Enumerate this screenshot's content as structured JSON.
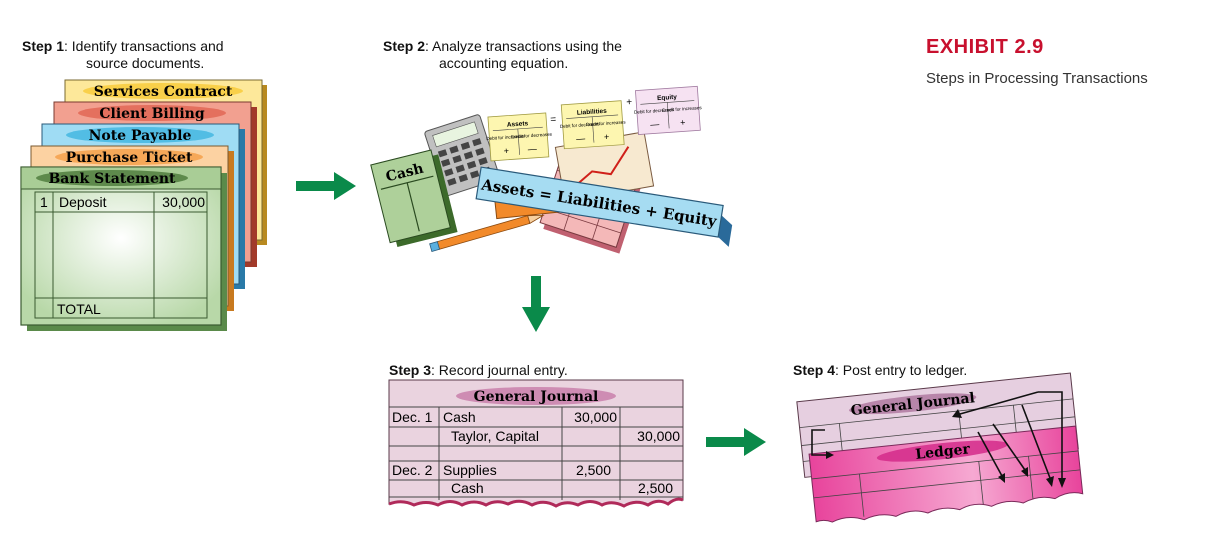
{
  "exhibit": {
    "title": "EXHIBIT 2.9",
    "subtitle": "Steps in Processing Transactions"
  },
  "step1": {
    "label": "Step 1",
    "text_line1": ": Identify transactions and",
    "text_line2": "source documents."
  },
  "step2": {
    "label": "Step 2",
    "text_line1": ": Analyze transactions using the",
    "text_line2": "accounting equation."
  },
  "step3": {
    "label": "Step 3",
    "text": ": Record journal entry."
  },
  "step4": {
    "label": "Step 4",
    "text": ": Post entry to ledger."
  },
  "documents": {
    "services_contract": "Services Contract",
    "client_billing": "Client Billing",
    "note_payable": "Note Payable",
    "purchase_ticket": "Purchase Ticket",
    "bank_statement": "Bank Statement",
    "row_num": "1",
    "row_desc": "Deposit",
    "row_amount": "30,000",
    "total": "TOTAL"
  },
  "analysis": {
    "cash": "Cash",
    "equation": "Assets = Liabilities + Equity",
    "card_assets": "Assets",
    "card_liabilities": "Liabilities",
    "card_equity": "Equity",
    "eq_sign": "=",
    "plus_sign": "+",
    "assets_left": "Debit for increases",
    "assets_right": "Credit for decreases",
    "liab_left": "Debit for decreases",
    "liab_right": "Credit for increases",
    "equity_left": "Debit for decreases",
    "equity_right": "Credit for increases",
    "sym_plus": "+",
    "sym_minus": "—"
  },
  "journal": {
    "title": "General Journal",
    "rows": [
      {
        "date": "Dec. 1",
        "account": "Cash",
        "debit": "30,000",
        "credit": ""
      },
      {
        "date": "",
        "account": "Taylor, Capital",
        "debit": "",
        "credit": "30,000"
      },
      {
        "date": "Dec. 2",
        "account": "Supplies",
        "debit": "2,500",
        "credit": ""
      },
      {
        "date": "",
        "account": "Cash",
        "debit": "",
        "credit": "2,500"
      }
    ]
  },
  "ledger": {
    "journal_title": "General Journal",
    "ledger_title": "Ledger"
  },
  "colors": {
    "arrow": "#0a8a4a",
    "exhibit": "#c8102e",
    "journal_bg": "#ead3df",
    "ledger_pink": "#e8449c"
  }
}
